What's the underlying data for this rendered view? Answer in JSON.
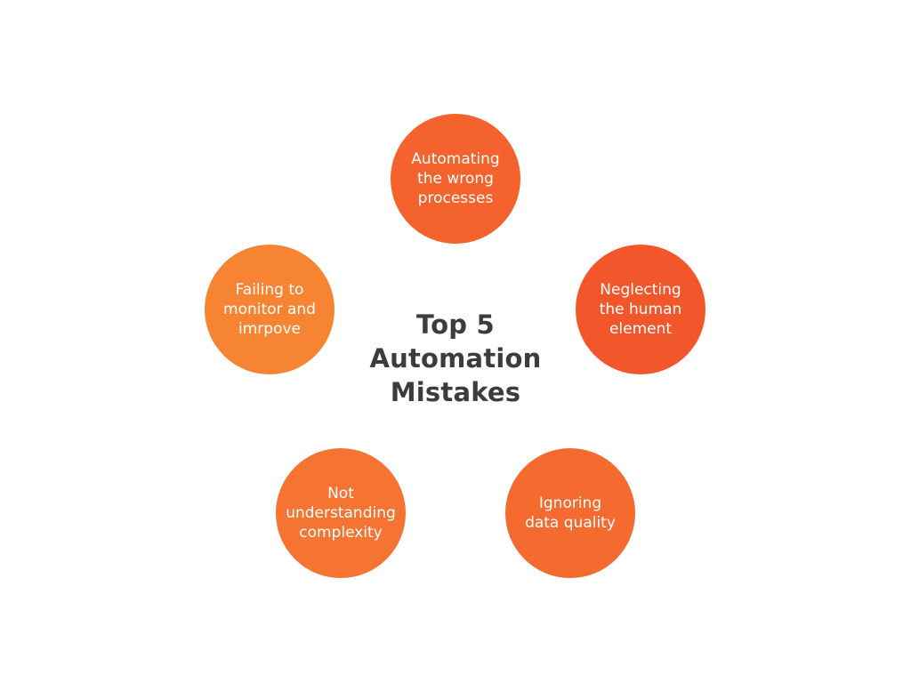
{
  "title": {
    "lines": [
      "Top 5",
      "Automation",
      "Mistakes"
    ]
  },
  "mistakes": [
    {
      "lines": [
        "Automating",
        "the wrong",
        "processes"
      ],
      "color": "#F4622E"
    },
    {
      "lines": [
        "Neglecting",
        "the human",
        "element"
      ],
      "color": "#F2572C"
    },
    {
      "lines": [
        "Ignoring",
        "data quality"
      ],
      "color": "#F46A2F"
    },
    {
      "lines": [
        "Not",
        "understanding",
        "complexity"
      ],
      "color": "#F57432"
    },
    {
      "lines": [
        "Failing to",
        "monitor and",
        "imrpove"
      ],
      "color": "#F78432"
    }
  ]
}
